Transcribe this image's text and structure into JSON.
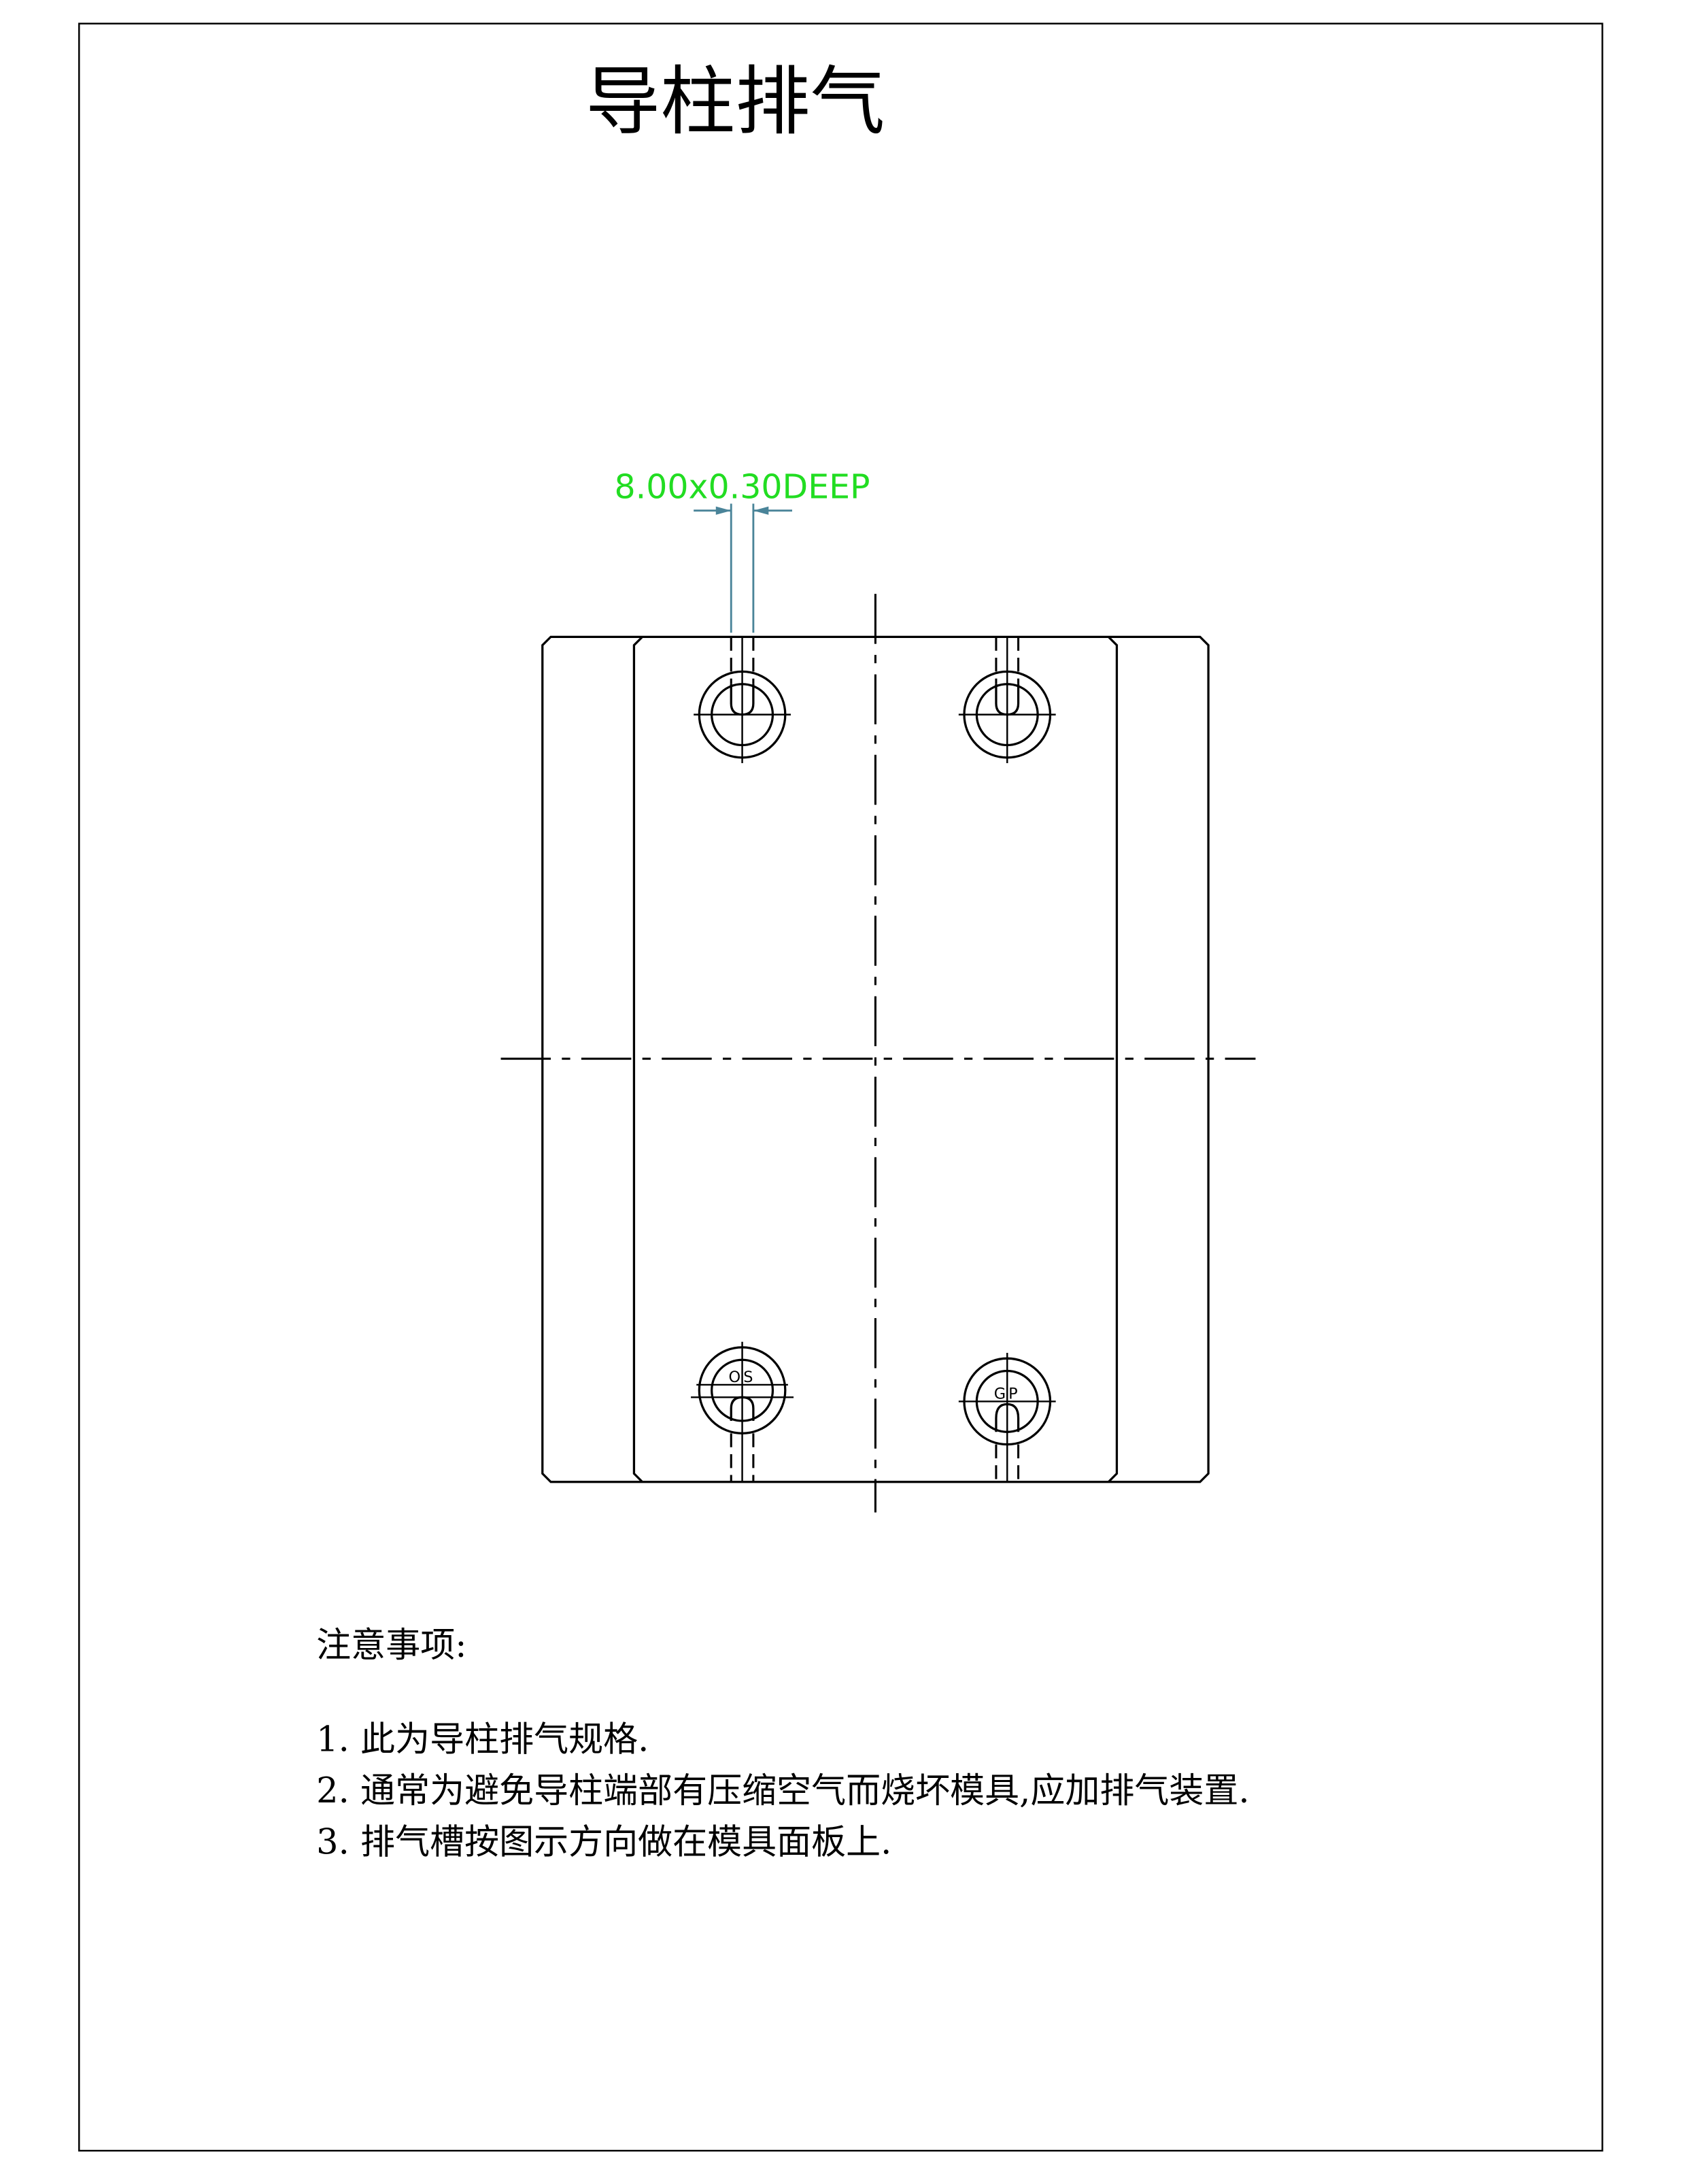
{
  "title": "导柱排气",
  "dimension": {
    "text": "8.00x0.30DEEP",
    "color": "#22dd22",
    "leader_color": "#4a8499"
  },
  "holes": {
    "bottom_left_label": "OS",
    "bottom_right_label": "GP"
  },
  "notes": {
    "heading": "注意事项:",
    "items": [
      "1. 此为导柱排气规格.",
      "2. 通常为避免导柱端部有压缩空气而烧坏模具,应加排气装置.",
      "3. 排气槽按图示方向做在模具面板上."
    ]
  }
}
